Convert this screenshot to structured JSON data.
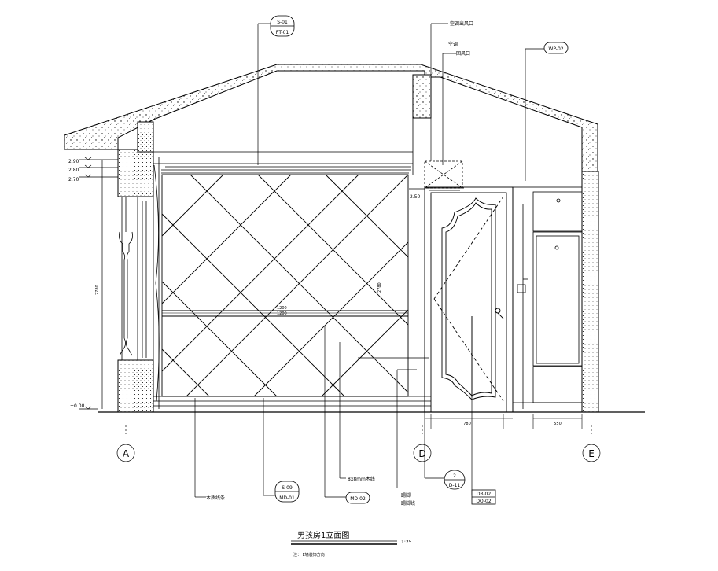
{
  "drawing": {
    "title": "男孩房1立面图",
    "scale": "1:25",
    "subtitle": "注：   E墙装饰方向"
  },
  "tags": {
    "s01_top": "S-01",
    "s01_bottom": "PT-01",
    "ac_outlet": "空调出风口",
    "ac_label": "空调",
    "return_air": "回风口",
    "wp02": "WP-02",
    "s09_top": "S-09",
    "s09_bottom": "MD-01",
    "md02": "MD-02",
    "mirror_note": "8x8mm木线",
    "base_note1": "踢脚",
    "base_note2": "踢脚线",
    "sill_note": "木质线条",
    "detail_top": "2",
    "detail_bottom": "D-11",
    "door_top": "DR-02",
    "door_bottom": "DO-02"
  },
  "levels": {
    "l1": "2.90",
    "l2": "2.80",
    "l3": "2.70",
    "floor": "±0.00",
    "ac_level": "2.50"
  },
  "dims": {
    "height_left": "2780",
    "width_panel_1": "1200",
    "width_panel_2": "1200",
    "height_right": "2780",
    "door_width": "780",
    "cabinet_width": "550"
  },
  "grid": {
    "a": "A",
    "d": "D",
    "e": "E"
  }
}
